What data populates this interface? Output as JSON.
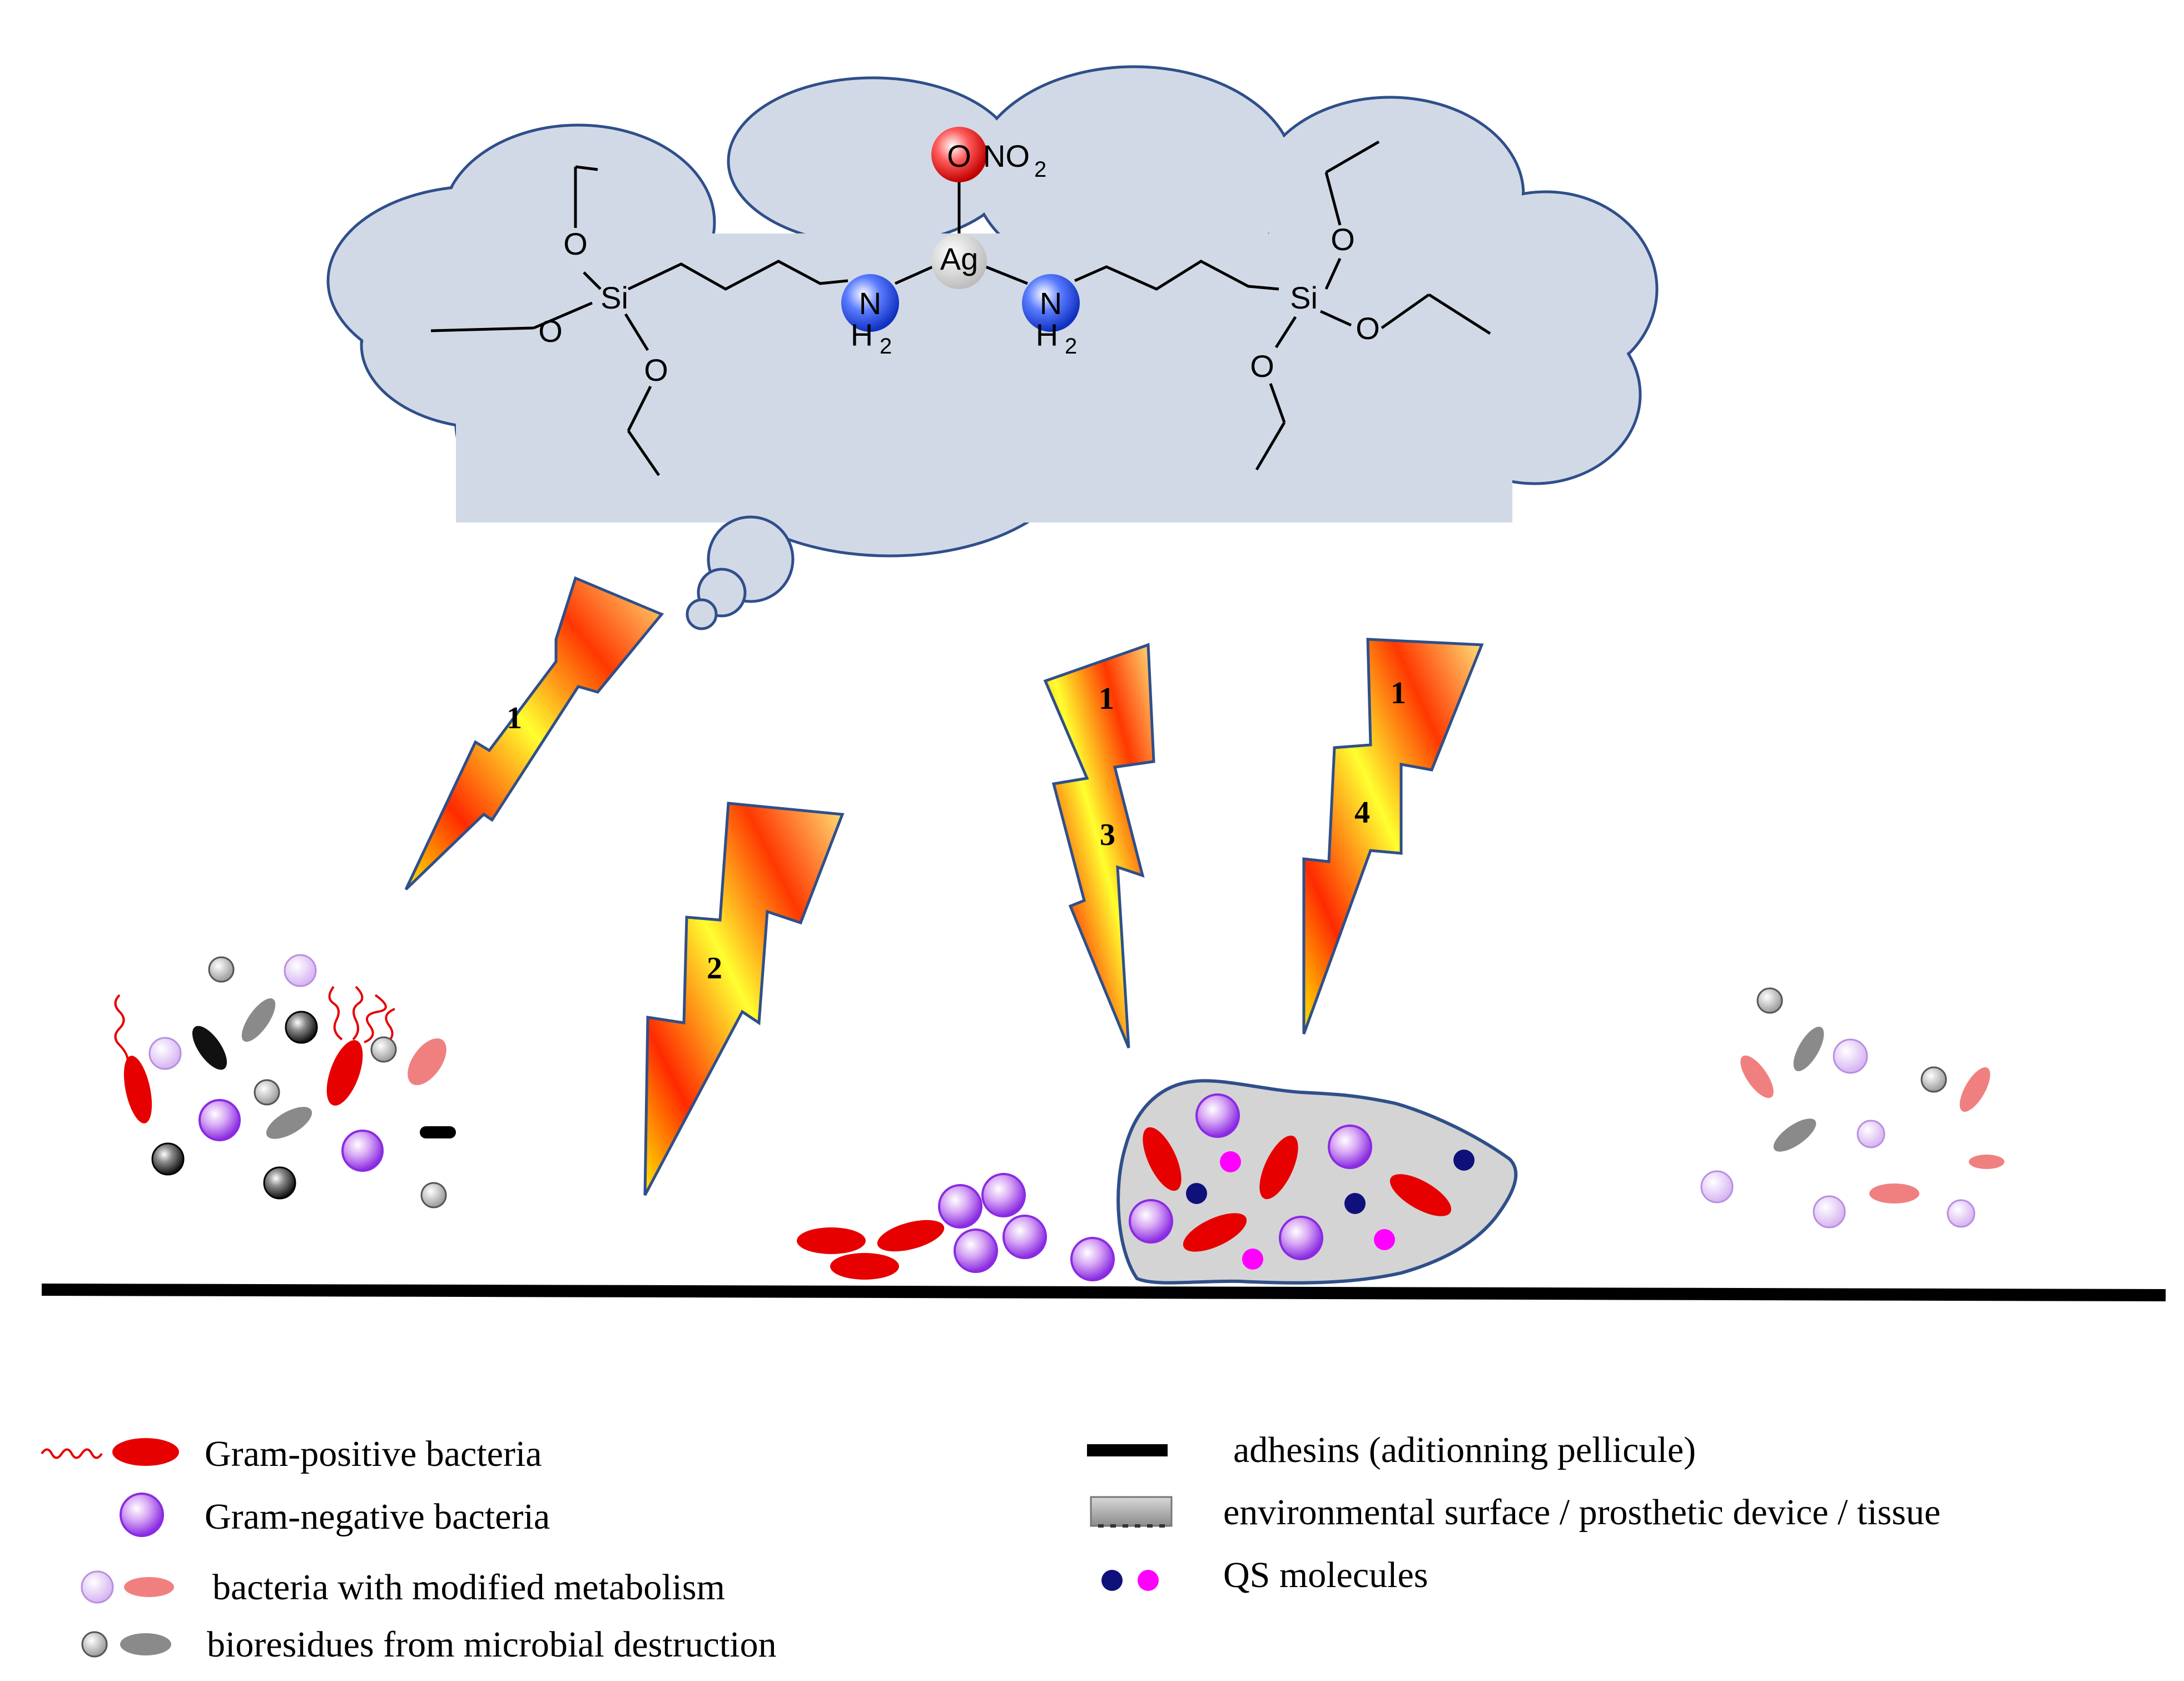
{
  "molecule": {
    "silver": "Ag",
    "oxygen": "O",
    "nitrate": "NO",
    "nitrate_sub": "2",
    "amine_n": "N",
    "amine_h": "H",
    "amine_sub": "2",
    "silicon": "Si",
    "ether_o": "O"
  },
  "bolts": [
    {
      "labels": [
        "1"
      ]
    },
    {
      "labels": [
        "2"
      ]
    },
    {
      "labels": [
        "1",
        "3"
      ]
    },
    {
      "labels": [
        "1",
        "4"
      ]
    }
  ],
  "legend": {
    "gram_positive": "Gram-positive bacteria",
    "gram_negative": "Gram-negative bacteria",
    "modified_metabolism": "bacteria with modified metabolism",
    "bioresidues": "bioresidues from microbial destruction",
    "adhesins": "adhesins (aditionning pellicule)",
    "surface": "environmental surface / prosthetic device / tissue",
    "qs_molecules": "QS molecules"
  },
  "colors": {
    "cloud_fill": "#d2d9e6",
    "cloud_stroke": "#2f4f8a",
    "gram_positive": "#e60000",
    "gram_negative": "#9b30d9",
    "modified_pink": "#f08080",
    "modified_lilac": "#d8b4f0",
    "bioresidue_gray": "#8a8a8a",
    "qs_navy": "#10107a",
    "qs_magenta": "#ff00ff",
    "biofilm_fill": "#d4d4d4"
  }
}
